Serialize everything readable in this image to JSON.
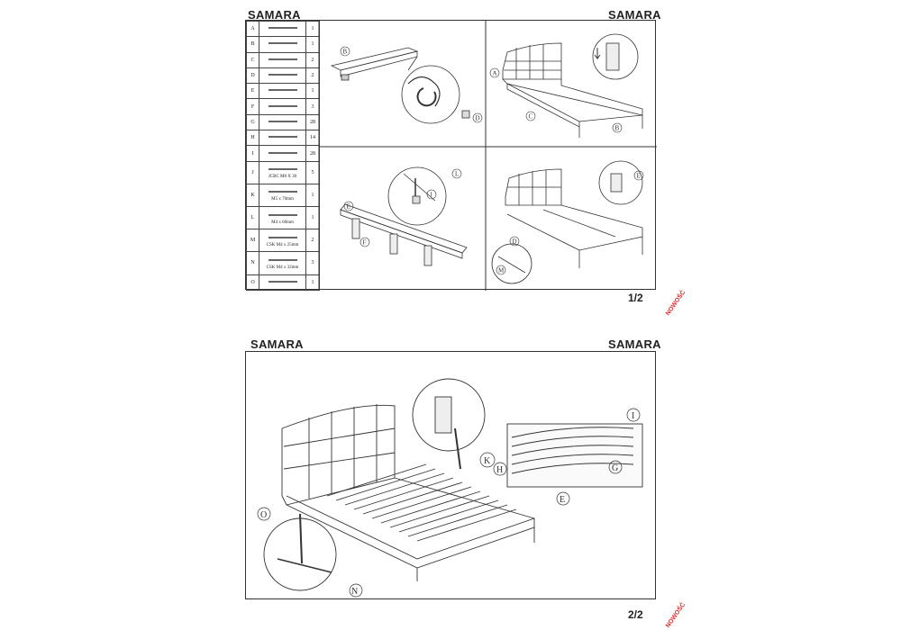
{
  "page1": {
    "title_left": "SAMARA",
    "title_right": "SAMARA",
    "page_number": "1/2",
    "parts": [
      {
        "letter": "A",
        "qty": "1",
        "note": ""
      },
      {
        "letter": "B",
        "qty": "1",
        "note": ""
      },
      {
        "letter": "C",
        "qty": "2",
        "note": ""
      },
      {
        "letter": "D",
        "qty": "2",
        "note": ""
      },
      {
        "letter": "E",
        "qty": "1",
        "note": ""
      },
      {
        "letter": "F",
        "qty": "3",
        "note": ""
      },
      {
        "letter": "G",
        "qty": "28",
        "note": ""
      },
      {
        "letter": "H",
        "qty": "14",
        "note": ""
      },
      {
        "letter": "I",
        "qty": "28",
        "note": ""
      },
      {
        "letter": "J",
        "qty": "5",
        "note": "JCBC M8 X 30"
      },
      {
        "letter": "K",
        "qty": "1",
        "note": "M5 x 70mm"
      },
      {
        "letter": "L",
        "qty": "1",
        "note": "M4 x 60mm"
      },
      {
        "letter": "M",
        "qty": "2",
        "note": "CSK M4 x 25mm"
      },
      {
        "letter": "N",
        "qty": "3",
        "note": "CSK M4 x 32mm"
      },
      {
        "letter": "O",
        "qty": "1",
        "note": ""
      }
    ],
    "panel2_labels": [
      "B",
      "D"
    ],
    "panel3_labels": [
      "A",
      "C",
      "B"
    ],
    "panel4_labels": [
      "E",
      "F",
      "J",
      "L"
    ],
    "panel5_labels": [
      "E",
      "D",
      "M"
    ],
    "stamp": "NOWOŚĆ"
  },
  "page2": {
    "title_left": "SAMARA",
    "title_right": "SAMARA",
    "page_number": "2/2",
    "callouts": [
      "K",
      "I",
      "H",
      "G",
      "E",
      "O",
      "N"
    ],
    "stamp": "NOWOŚĆ"
  }
}
